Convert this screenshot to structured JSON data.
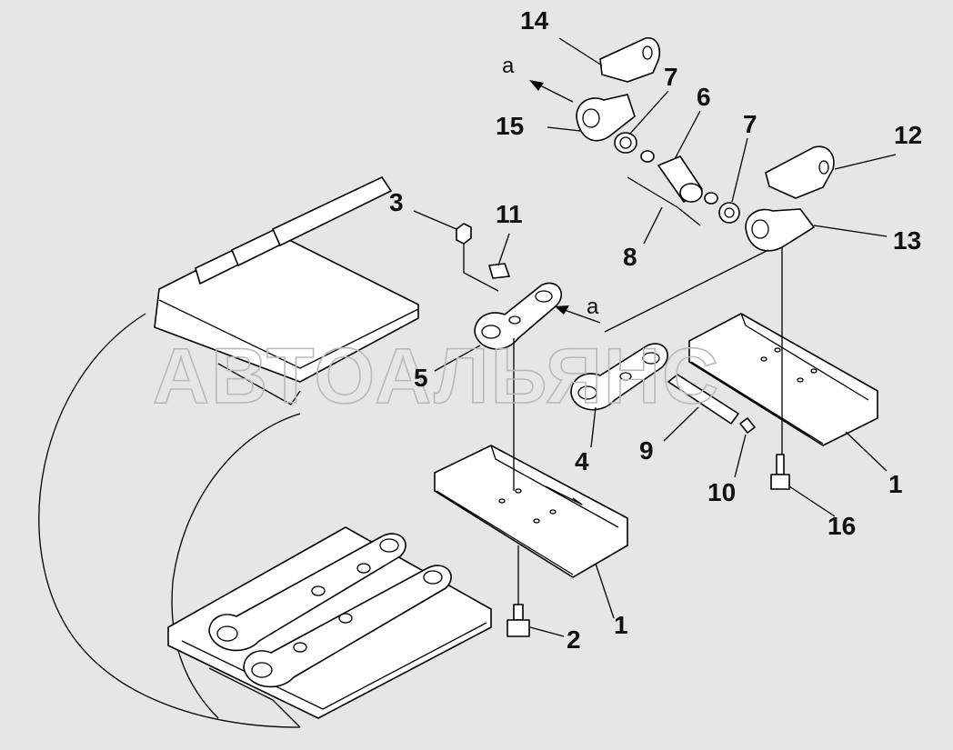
{
  "watermark": "АВТОАЛЬЯНС",
  "callouts": {
    "c14": "14",
    "c7a": "7",
    "c6": "6",
    "c7b": "7",
    "c15": "15",
    "c12": "12",
    "c3": "3",
    "c11": "11",
    "c13": "13",
    "c8": "8",
    "c5": "5",
    "c4": "4",
    "c9": "9",
    "c1a": "1",
    "c10": "10",
    "c16": "16",
    "c1b": "1",
    "c2": "2"
  },
  "ref_marks": {
    "top": "a",
    "middle": "a"
  }
}
